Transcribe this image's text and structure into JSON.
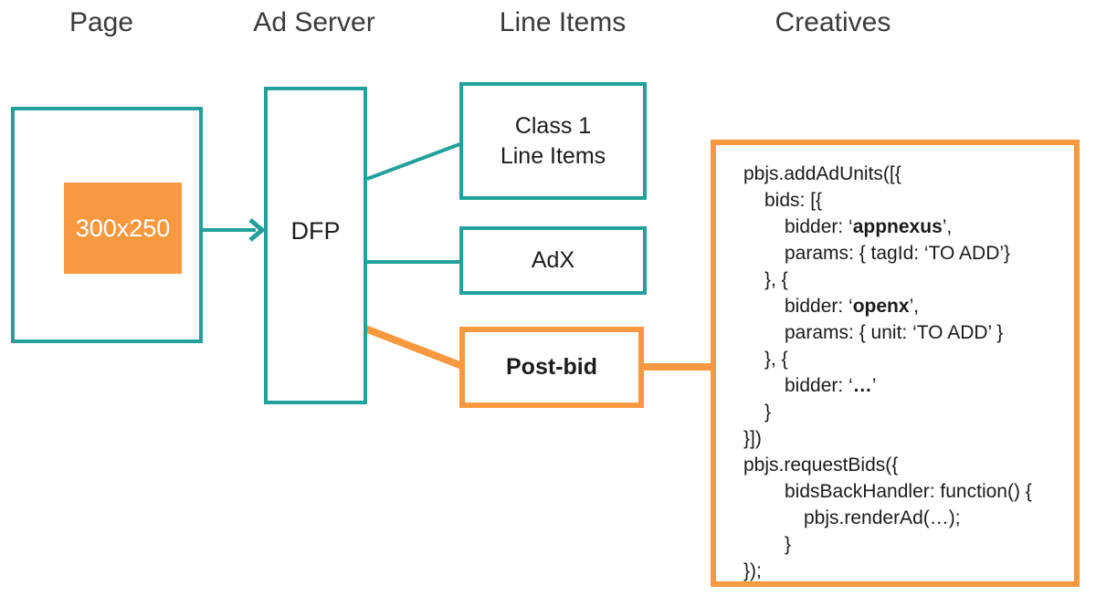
{
  "colors": {
    "teal": "#22A09A",
    "orange": "#F89940",
    "heading": "#3A3A3A",
    "label": "#1C1C1C",
    "code_text": "#1A1A1A",
    "ad_slot_text": "#FFFFFF"
  },
  "headers": {
    "page": "Page",
    "ad_server": "Ad Server",
    "line_items": "Line Items",
    "creatives": "Creatives"
  },
  "page": {
    "ad_slot": "300x250"
  },
  "ad_server": {
    "dfp": "DFP"
  },
  "line_items": {
    "class1": {
      "line1": "Class 1",
      "line2": "Line Items"
    },
    "adx": "AdX",
    "postbid": "Post-bid"
  },
  "creatives": {
    "code_lines": [
      {
        "indent": 0,
        "segments": [
          {
            "text": "pbjs.addAdUnits([{",
            "bold": false
          }
        ]
      },
      {
        "indent": 1,
        "segments": [
          {
            "text": "bids: [{",
            "bold": false
          }
        ]
      },
      {
        "indent": 2,
        "segments": [
          {
            "text": "bidder: ‘",
            "bold": false
          },
          {
            "text": "appnexus",
            "bold": true
          },
          {
            "text": "’,",
            "bold": false
          }
        ]
      },
      {
        "indent": 2,
        "segments": [
          {
            "text": "params: { tagId: ‘TO ADD’}",
            "bold": false
          }
        ]
      },
      {
        "indent": 1,
        "segments": [
          {
            "text": "}, {",
            "bold": false
          }
        ]
      },
      {
        "indent": 2,
        "segments": [
          {
            "text": "bidder: ‘",
            "bold": false
          },
          {
            "text": "openx",
            "bold": true
          },
          {
            "text": "’,",
            "bold": false
          }
        ]
      },
      {
        "indent": 2,
        "segments": [
          {
            "text": "params: { unit: ‘TO ADD’ }",
            "bold": false
          }
        ]
      },
      {
        "indent": 1,
        "segments": [
          {
            "text": "}, {",
            "bold": false
          }
        ]
      },
      {
        "indent": 2,
        "segments": [
          {
            "text": "bidder: ‘",
            "bold": false
          },
          {
            "text": "…",
            "bold": true
          },
          {
            "text": "’",
            "bold": false
          }
        ]
      },
      {
        "indent": 1,
        "segments": [
          {
            "text": "}",
            "bold": false
          }
        ]
      },
      {
        "indent": 0,
        "segments": [
          {
            "text": "}])",
            "bold": false
          }
        ]
      },
      {
        "indent": 0,
        "segments": [
          {
            "text": "pbjs.requestBids({",
            "bold": false
          }
        ]
      },
      {
        "indent": 2,
        "segments": [
          {
            "text": "bidsBackHandler: function() {",
            "bold": false
          }
        ]
      },
      {
        "indent": 3,
        "segments": [
          {
            "text": "pbjs.renderAd(…);",
            "bold": false
          }
        ]
      },
      {
        "indent": 2,
        "segments": [
          {
            "text": "}",
            "bold": false
          }
        ]
      },
      {
        "indent": 0,
        "segments": [
          {
            "text": "});",
            "bold": false
          }
        ]
      }
    ]
  }
}
